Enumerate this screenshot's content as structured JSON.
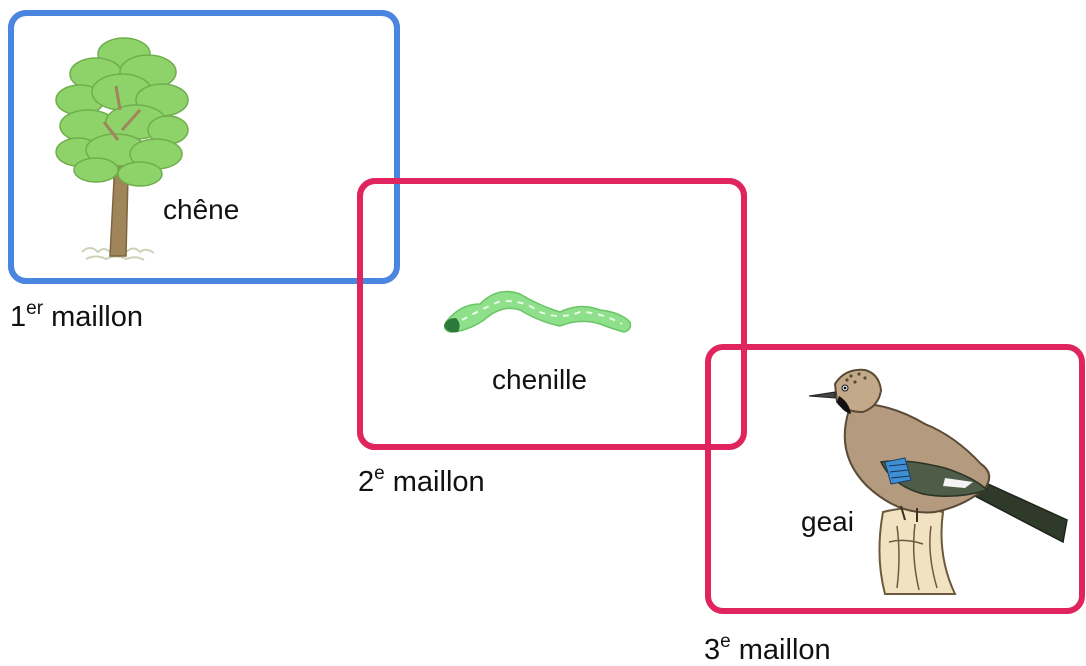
{
  "colors": {
    "first_frame": "#4A86E0",
    "other_frames": "#E0245E",
    "leaf_green": "#8ED26A",
    "trunk_brown": "#A0855A",
    "caterpillar_green": "#8EE08A",
    "bird_body": "#B49A7E"
  },
  "chain": [
    {
      "organism": "chêne",
      "caption_number": "1",
      "caption_suffix": "er",
      "caption_word": " maillon",
      "icon": "oak-tree-icon"
    },
    {
      "organism": "chenille",
      "caption_number": "2",
      "caption_suffix": "e",
      "caption_word": " maillon",
      "icon": "caterpillar-icon"
    },
    {
      "organism": "geai",
      "caption_number": "3",
      "caption_suffix": "e",
      "caption_word": " maillon",
      "icon": "jay-bird-icon"
    }
  ]
}
